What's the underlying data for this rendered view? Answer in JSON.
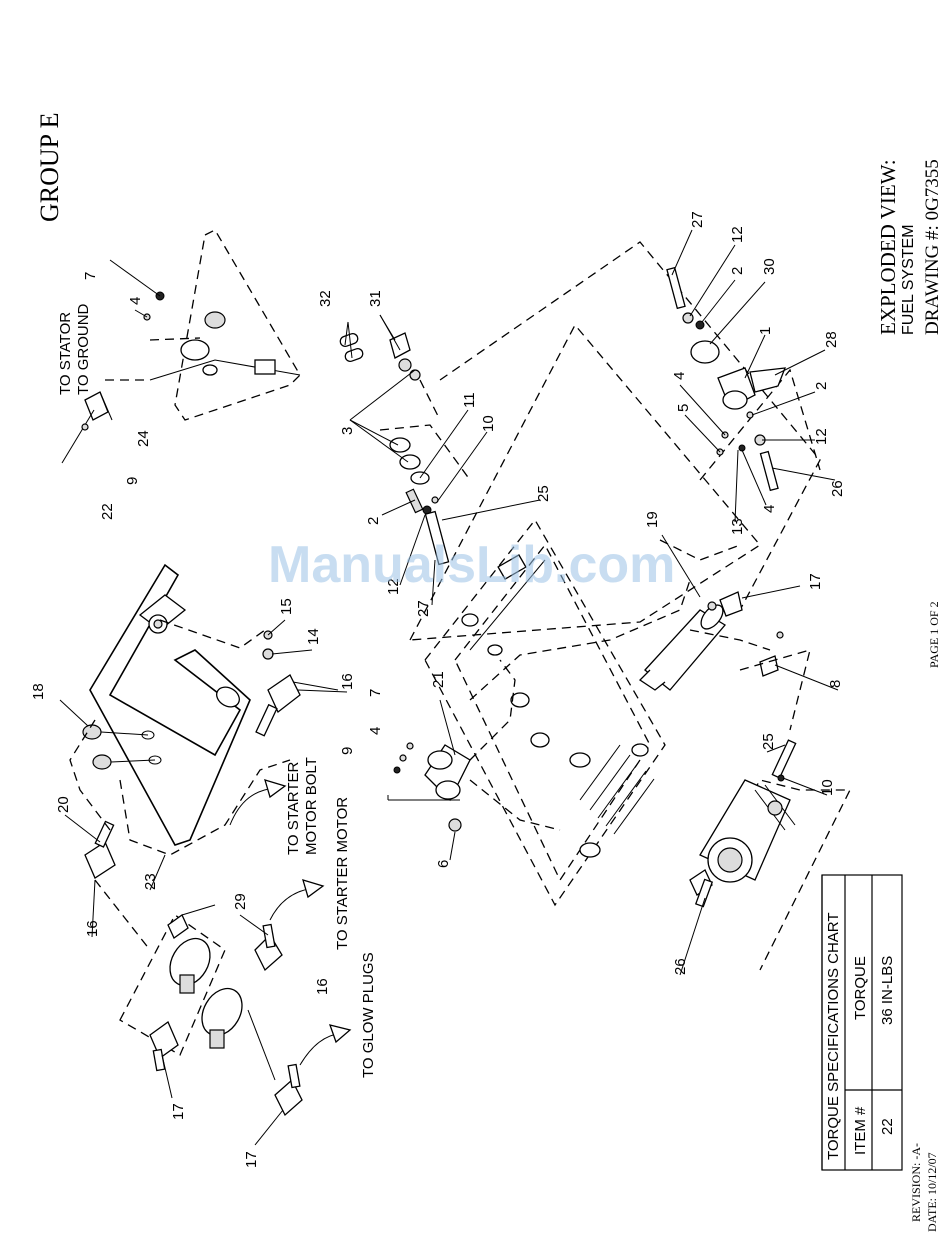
{
  "header": {
    "group": "GROUP E",
    "view_title": "EXPLODED VIEW:",
    "system": "FUEL SYSTEM",
    "drawing_number": "DRAWING #: 0G7355"
  },
  "footer": {
    "page": "PAGE 1 OF 2",
    "revision": "REVISION: -A-",
    "date": "DATE: 10/12/07"
  },
  "watermark": "ManualsLib.com",
  "annotations": {
    "to_stator": "TO STATOR",
    "to_ground": "TO GROUND",
    "to_starter_motor_bolt_1": "TO STARTER",
    "to_starter_motor_bolt_2": "MOTOR BOLT",
    "to_starter_motor": "TO STARTER MOTOR",
    "to_glow_plugs": "TO GLOW PLUGS"
  },
  "callouts": {
    "c7a": "7",
    "c4a": "4",
    "c24": "24",
    "c9a": "9",
    "c22": "22",
    "c32": "32",
    "c31": "31",
    "c3": "3",
    "c11": "11",
    "c10a": "10",
    "c25a": "25",
    "c2a": "2",
    "c12a": "12",
    "c27a": "27",
    "c27b": "27",
    "c12b": "12",
    "c2b": "2",
    "c30": "30",
    "c1": "1",
    "c28": "28",
    "c4b": "4",
    "c5": "5",
    "c2c": "2",
    "c12c": "12",
    "c13": "13",
    "c4c": "4",
    "c26a": "26",
    "c15": "15",
    "c14": "14",
    "c16a": "16",
    "c18": "18",
    "c7b": "7",
    "c9b": "9",
    "c4d": "4",
    "c21": "21",
    "c20": "20",
    "c16b": "16",
    "c23": "23",
    "c29": "29",
    "c6": "6",
    "c16c": "16",
    "c17a": "17",
    "c17b": "17",
    "c19": "19",
    "c17c": "17",
    "c8": "8",
    "c25b": "25",
    "c10b": "10",
    "c26b": "26"
  },
  "torque_chart": {
    "title": "TORQUE SPECIFICATIONS CHART",
    "headers": [
      "ITEM #",
      "TORQUE"
    ],
    "rows": [
      {
        "item": "22",
        "torque": "36 IN-LBS"
      }
    ]
  }
}
